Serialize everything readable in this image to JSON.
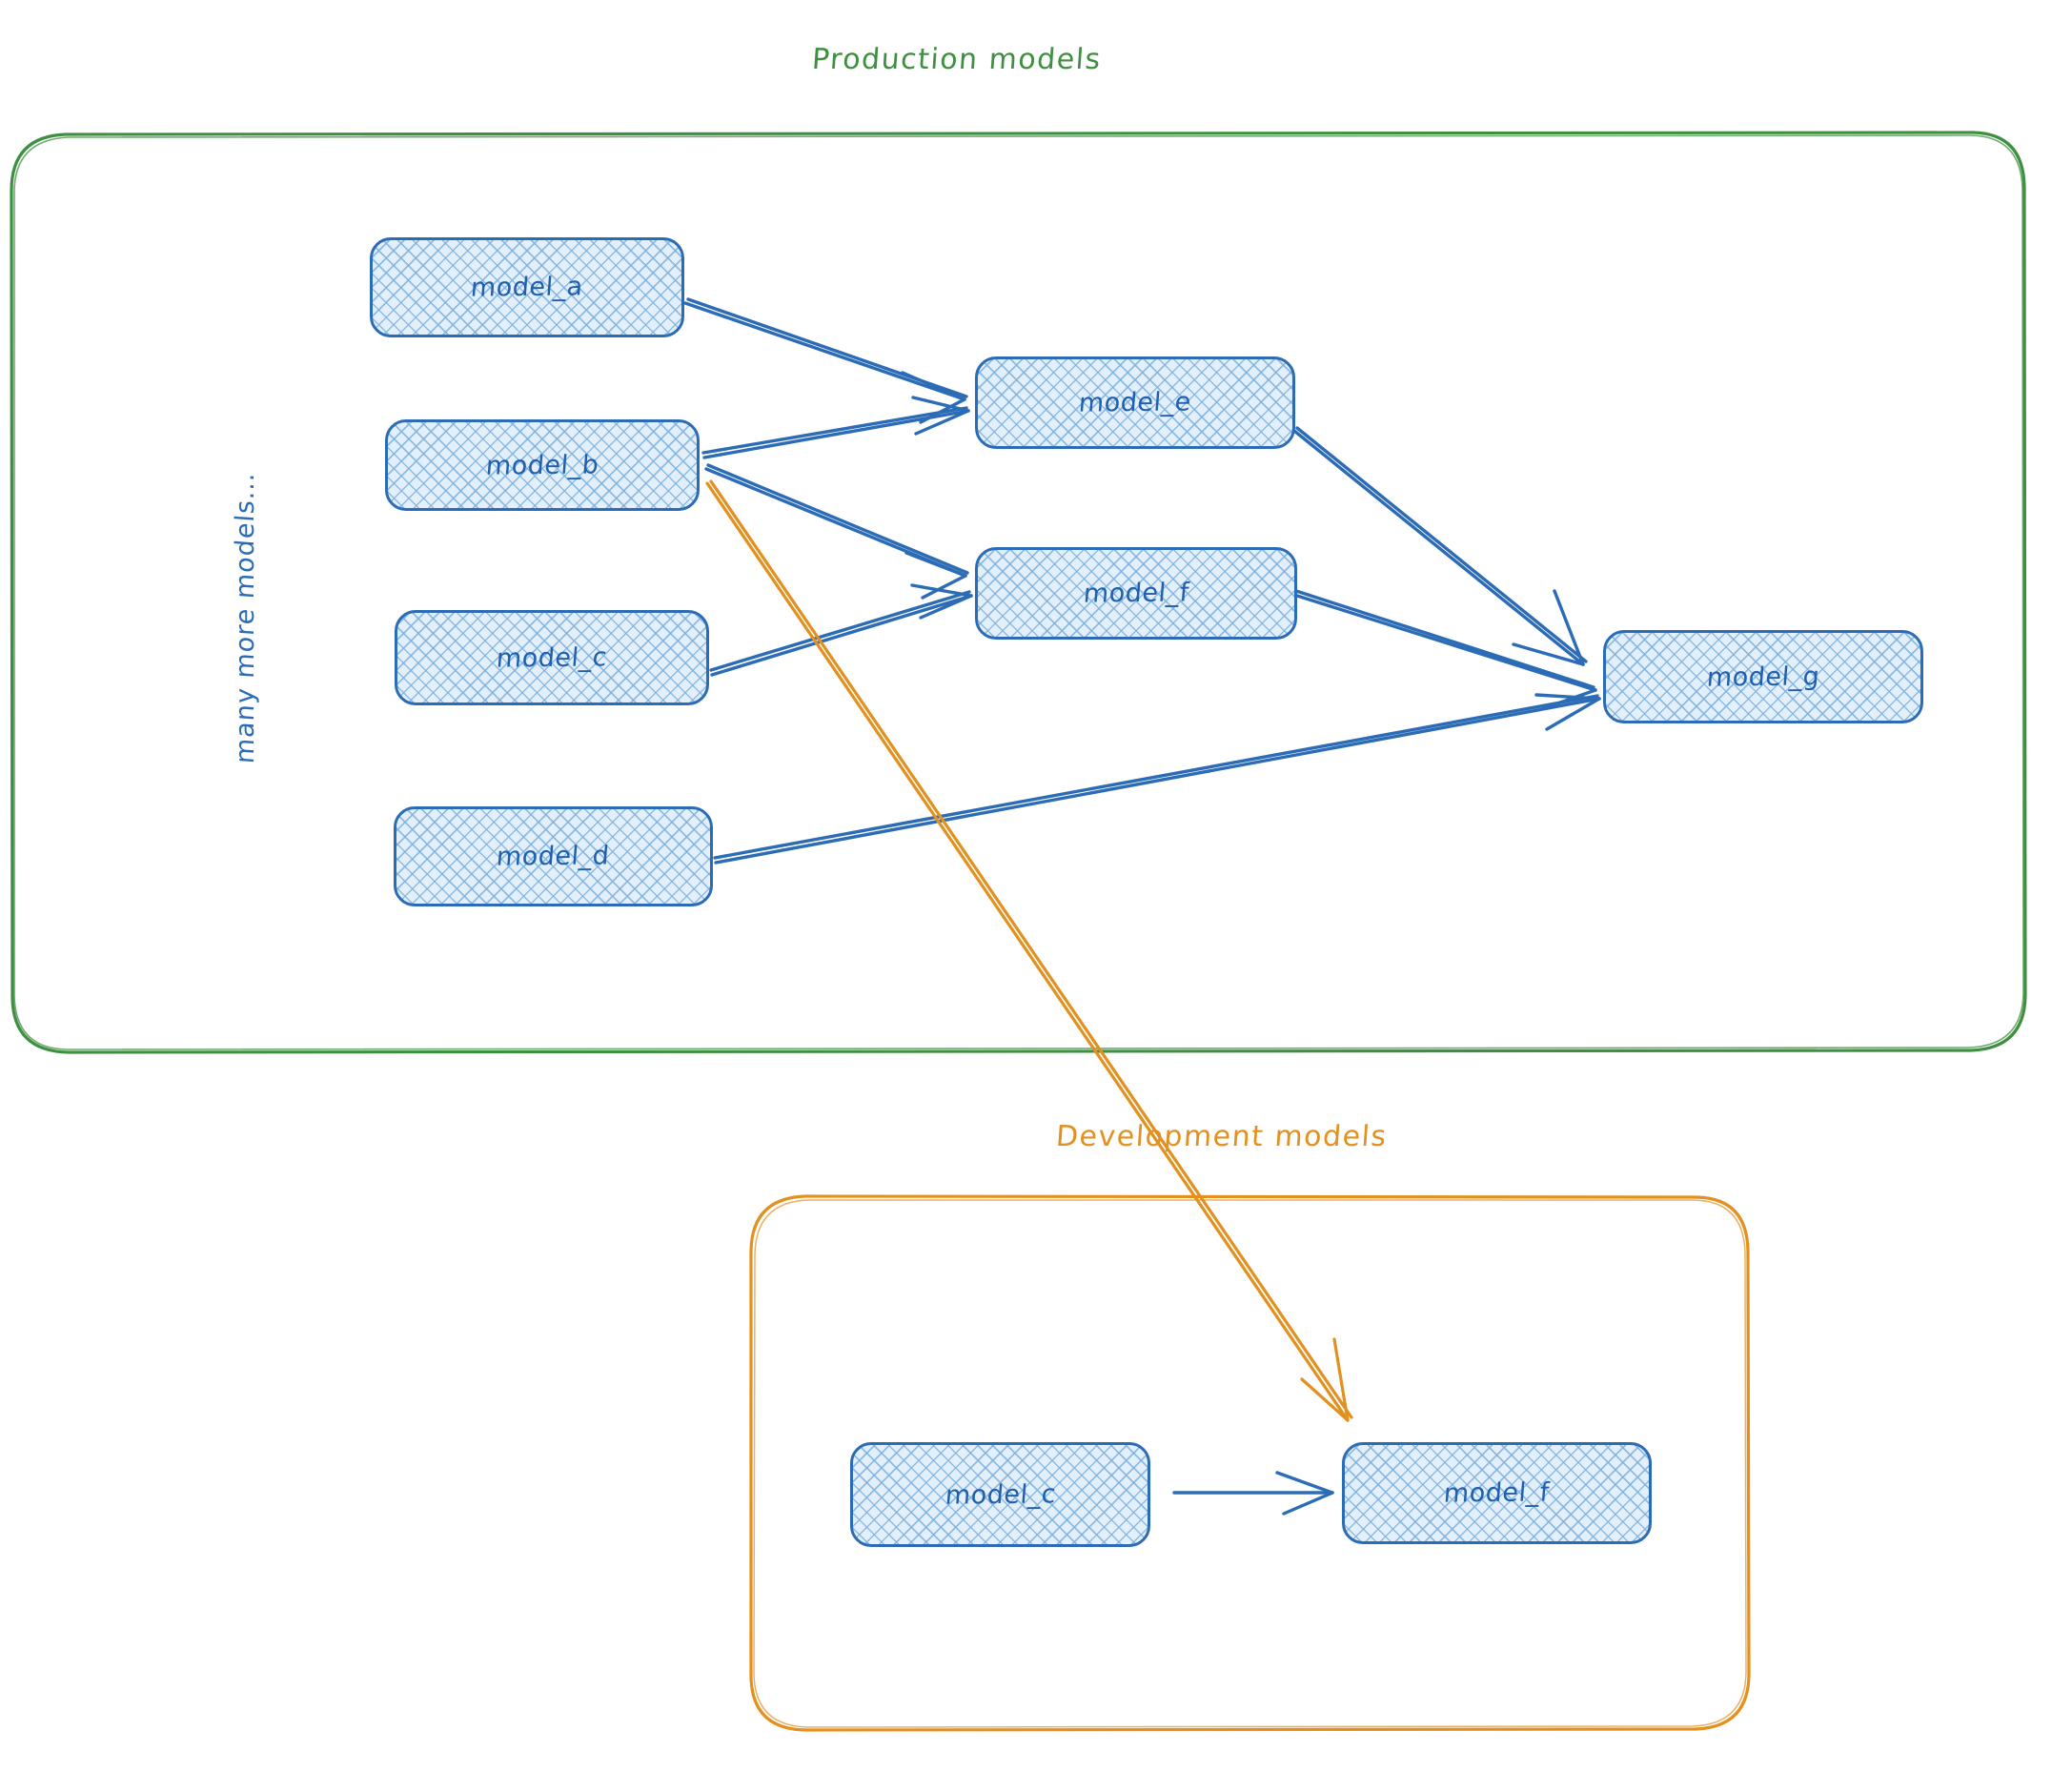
{
  "diagram": {
    "kind": "dbt model lineage diagram",
    "groups": [
      {
        "id": "production",
        "title": "Production models",
        "color": "#3f8f41",
        "side_label": "many more models..."
      },
      {
        "id": "development",
        "title": "Development models",
        "color": "#e2901f"
      }
    ],
    "node_style": {
      "border_color": "#2c6cb6",
      "fill_color": "#e3f0fb",
      "hatch_color": "#7eb2e0",
      "text_color": "#1f5fae"
    },
    "edge_colors": {
      "production": "#2c6cb6",
      "cross_environment": "#e2901f"
    },
    "nodes": [
      {
        "id": "prod_a",
        "label": "model_a",
        "group": "production"
      },
      {
        "id": "prod_b",
        "label": "model_b",
        "group": "production"
      },
      {
        "id": "prod_c",
        "label": "model_c",
        "group": "production"
      },
      {
        "id": "prod_d",
        "label": "model_d",
        "group": "production"
      },
      {
        "id": "prod_e",
        "label": "model_e",
        "group": "production"
      },
      {
        "id": "prod_f",
        "label": "model_f",
        "group": "production"
      },
      {
        "id": "prod_g",
        "label": "model_g",
        "group": "production"
      },
      {
        "id": "dev_c",
        "label": "model_c",
        "group": "development"
      },
      {
        "id": "dev_f",
        "label": "model_f",
        "group": "development"
      }
    ],
    "edges": [
      {
        "from": "model_a",
        "to": "model_e",
        "color": "blue"
      },
      {
        "from": "model_b",
        "to": "model_e",
        "color": "blue"
      },
      {
        "from": "model_b",
        "to": "model_f",
        "color": "blue"
      },
      {
        "from": "model_c",
        "to": "model_f",
        "color": "blue"
      },
      {
        "from": "model_e",
        "to": "model_g",
        "color": "blue"
      },
      {
        "from": "model_f",
        "to": "model_g",
        "color": "blue"
      },
      {
        "from": "model_d",
        "to": "model_g",
        "color": "blue"
      },
      {
        "from": "model_b",
        "to": "dev model_f",
        "color": "orange"
      },
      {
        "from": "dev model_c",
        "to": "dev model_f",
        "color": "blue"
      }
    ]
  }
}
